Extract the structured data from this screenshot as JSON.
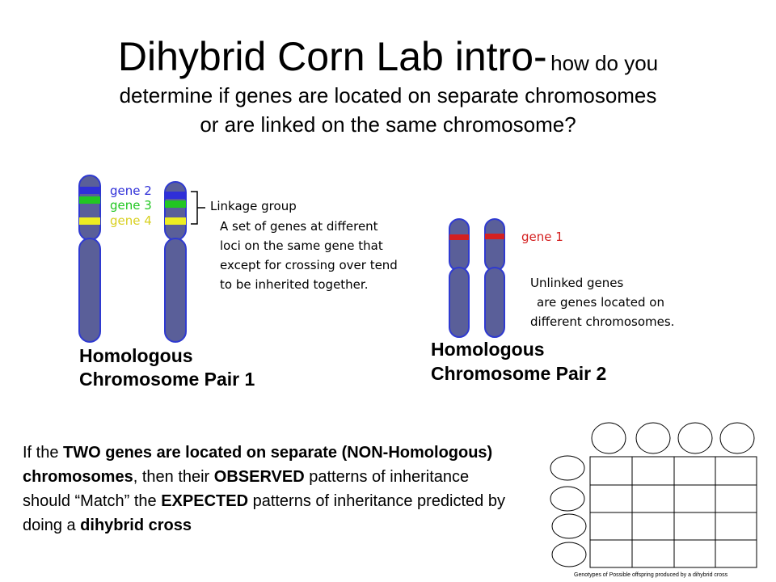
{
  "title": {
    "main": "Dihybrid Corn Lab intro-",
    "sub_part1": "how do you",
    "sub_line2": "determine if genes are located on separate chromosomes",
    "sub_line3": "or are linked on the same chromosome?"
  },
  "pair1": {
    "gene_labels": [
      {
        "text": "gene 2",
        "color": "#2f2fd8"
      },
      {
        "text": "gene 3",
        "color": "#22c622"
      },
      {
        "text": "gene 4",
        "color": "#eeee22"
      }
    ],
    "linkage_title": "Linkage group",
    "linkage_lines": [
      "A set of genes at different",
      "loci on the same gene that",
      "except for crossing over tend",
      "to be inherited together."
    ],
    "label_line1": "Homologous",
    "label_line2": "Chromosome Pair 1"
  },
  "pair2": {
    "gene_label": "gene 1",
    "gene_color": "#d42020",
    "unlinked_lines": [
      "Unlinked genes",
      "are genes located on",
      "different chromosomes."
    ],
    "label_line1": "Homologous",
    "label_line2": "Chromosome Pair 2"
  },
  "colors": {
    "chromosome_fill": "#5a5f99",
    "chromosome_stroke": "#2f3ad0"
  },
  "body": {
    "p1": "If the ",
    "b1": "TWO genes are located on separate (NON-Homologous) chromosomes",
    "p2": ", then their ",
    "b2": "OBSERVED",
    "p3": " patterns of inheritance should “Match” the ",
    "b3": "EXPECTED",
    "p4": " patterns of inheritance predicted by doing a ",
    "b4": "dihybrid cross"
  },
  "punnett": {
    "caption": "Genotypes of Possible offspring produced by a dihybrid cross"
  }
}
